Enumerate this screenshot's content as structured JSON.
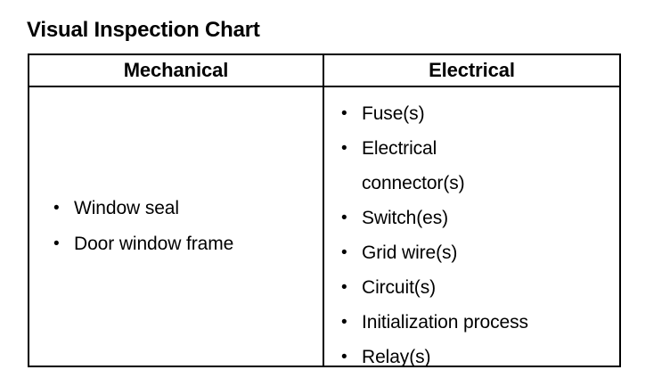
{
  "document": {
    "title": "Visual Inspection Chart",
    "bullet_glyph": "•",
    "ink_color": "#000000",
    "page_color": "#ffffff"
  },
  "table": {
    "columns": [
      {
        "header": "Mechanical",
        "items": [
          "Window seal",
          "Door window frame"
        ]
      },
      {
        "header": "Electrical",
        "items": [
          "Fuse(s)",
          "Electrical connector(s)",
          "Switch(es)",
          "Grid wire(s)",
          "Circuit(s)",
          "Initialization process",
          "Relay(s)"
        ]
      }
    ]
  }
}
